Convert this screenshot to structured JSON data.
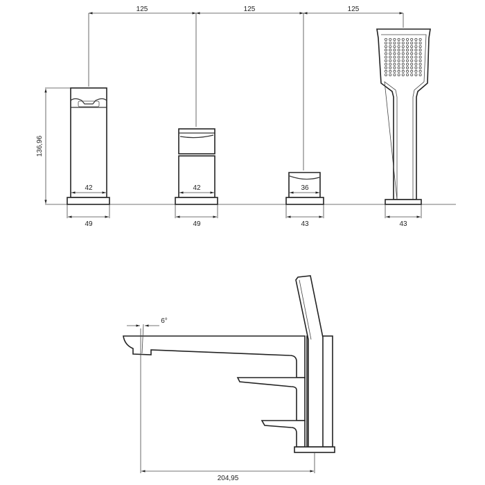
{
  "top_view": {
    "spacing_labels": [
      "125",
      "125",
      "125"
    ],
    "height_label": "136,96",
    "body_widths": [
      "42",
      "42",
      "36"
    ],
    "base_widths": [
      "49",
      "49",
      "43",
      "43"
    ]
  },
  "side_view": {
    "angle_label": "6°",
    "reach_label": "204,95"
  }
}
